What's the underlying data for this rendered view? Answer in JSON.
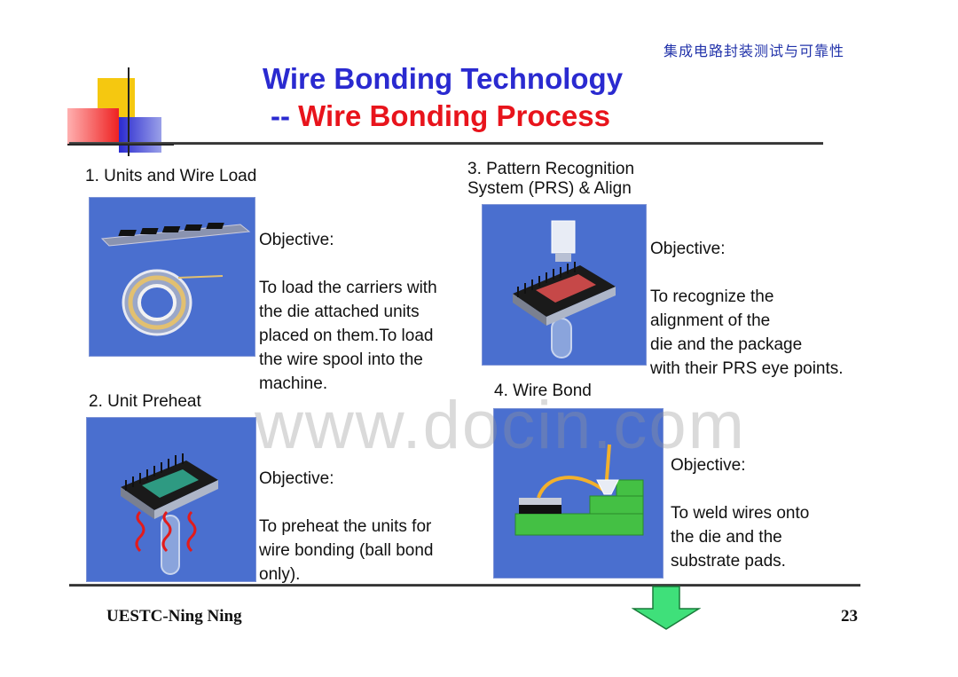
{
  "header": {
    "cn_title": "集成电路封装测试与可靠性",
    "title_line1": "Wire Bonding Technology",
    "title_line2_prefix": "-- ",
    "title_line2_main": "Wire Bonding Process"
  },
  "steps": [
    {
      "title": "1. Units and Wire Load",
      "objective_label": "Objective:",
      "objective_text": "To load the carriers with\nthe die attached units\nplaced on them.To load\nthe wire spool into the\nmachine."
    },
    {
      "title": "2. Unit Preheat",
      "objective_label": "Objective:",
      "objective_text": "To preheat the units for\nwire bonding (ball bond\nonly)."
    },
    {
      "title": "3. Pattern Recognition\nSystem (PRS) & Align",
      "objective_label": "Objective:",
      "objective_text": "To recognize the\nalignment of the\ndie and the package\nwith their PRS eye points."
    },
    {
      "title": "4. Wire Bond",
      "objective_label": "Objective:",
      "objective_text": "To weld wires onto\nthe die and the\nsubstrate pads."
    }
  ],
  "watermark": "www.docin.com",
  "footer": {
    "author": "UESTC-Ning Ning",
    "page_number": "23"
  },
  "colors": {
    "title_blue": "#2a2ad0",
    "title_red": "#e8141c",
    "image_bg": "#4a6fcf",
    "arrow_fill": "#3fe07a"
  }
}
